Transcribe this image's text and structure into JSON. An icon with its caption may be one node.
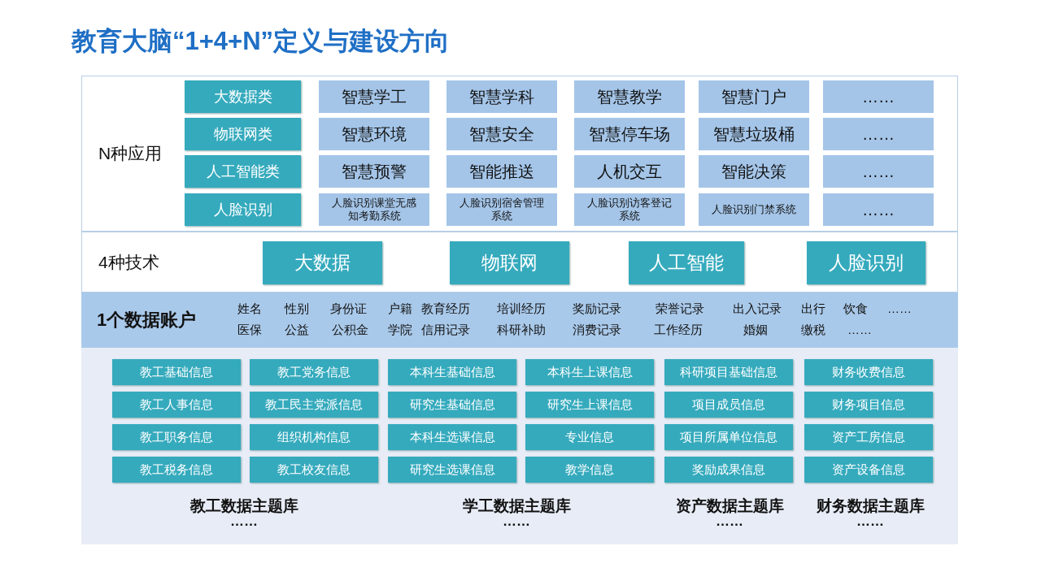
{
  "diagram": {
    "title": "教育大脑“1+4+N”定义与建设方向",
    "nodes": [
      {
        "text": [
          "N种应用"
        ]
      },
      {
        "text": [
          "大数据类"
        ],
        "in": 0
      },
      {
        "text": [
          "智慧学工"
        ],
        "in": 0
      },
      {
        "text": [
          "智慧学科"
        ],
        "in": 0
      },
      {
        "text": [
          "智慧教学"
        ],
        "in": 0
      },
      {
        "text": [
          "智慧门户"
        ],
        "in": 0
      },
      {
        "text": [
          "……"
        ],
        "in": 0
      },
      {
        "text": [
          "物联网类"
        ],
        "in": 0
      },
      {
        "text": [
          "智慧环境"
        ],
        "in": 0
      },
      {
        "text": [
          "智慧安全"
        ],
        "in": 0
      },
      {
        "text": [
          "智慧停车场"
        ],
        "in": 0
      },
      {
        "text": [
          "智慧垃圾桶"
        ],
        "in": 0
      },
      {
        "text": [
          "……"
        ],
        "in": 0
      },
      {
        "text": [
          "人工智能类"
        ],
        "in": 0
      },
      {
        "text": [
          "智慧预警"
        ],
        "in": 0
      },
      {
        "text": [
          "智能推送"
        ],
        "in": 0
      },
      {
        "text": [
          "人机交互"
        ],
        "in": 0
      },
      {
        "text": [
          "智能决策"
        ],
        "in": 0
      },
      {
        "text": [
          "……"
        ],
        "in": 0
      },
      {
        "text": [
          "人脸识别"
        ],
        "in": 0
      },
      {
        "text": [
          "人脸识别课堂无感知考勤系统"
        ],
        "in": 0
      },
      {
        "text": [
          "人脸识别宿舍管理系统"
        ],
        "in": 0
      },
      {
        "text": [
          "人脸识别访客登记系统"
        ],
        "in": 0
      },
      {
        "text": [
          "人脸识别门禁系统"
        ],
        "in": 0
      },
      {
        "text": [
          "……"
        ],
        "in": 0
      },
      {
        "text": [
          "4种技术"
        ]
      },
      {
        "text": [
          "大数据"
        ],
        "in": 25
      },
      {
        "text": [
          "物联网"
        ],
        "in": 25
      },
      {
        "text": [
          "人工智能"
        ],
        "in": 25
      },
      {
        "text": [
          "人脸识别"
        ],
        "in": 25
      },
      {
        "text": [
          "1个数据账户"
        ]
      },
      {
        "text": [],
        "shape": "box"
      },
      {
        "text": [
          "教工基础信息"
        ],
        "in": 31
      },
      {
        "text": [
          "教工党务信息"
        ],
        "in": 31
      },
      {
        "text": [
          "本科生基础信息"
        ],
        "in": 31
      },
      {
        "text": [
          "本科生上课信息"
        ],
        "in": 31
      },
      {
        "text": [
          "科研项目基础信息"
        ],
        "in": 31
      },
      {
        "text": [
          "财务收费信息"
        ],
        "in": 31
      },
      {
        "text": [
          "教工人事信息"
        ],
        "in": 31
      },
      {
        "text": [
          "教工民主党派信息"
        ],
        "in": 31
      },
      {
        "text": [
          "研究生基础信息"
        ],
        "in": 31
      },
      {
        "text": [
          "研究生上课信息"
        ],
        "in": 31
      },
      {
        "text": [
          "项目成员信息"
        ],
        "in": 31
      },
      {
        "text": [
          "财务项目信息"
        ],
        "in": 31
      },
      {
        "text": [
          "教工职务信息"
        ],
        "in": 31
      },
      {
        "text": [
          "组织机构信息"
        ],
        "in": 31
      },
      {
        "text": [
          "本科生选课信息"
        ],
        "in": 31
      },
      {
        "text": [
          "专业信息"
        ],
        "in": 31
      },
      {
        "text": [
          "项目所属单位信息"
        ],
        "in": 31
      },
      {
        "text": [
          "资产工房信息"
        ],
        "in": 31
      },
      {
        "text": [
          "教工税务信息"
        ],
        "in": 31
      },
      {
        "text": [
          "教工校友信息"
        ],
        "in": 31
      },
      {
        "text": [
          "研究生选课信息"
        ],
        "in": 31
      },
      {
        "text": [
          "教学信息"
        ],
        "in": 31
      },
      {
        "text": [
          "奖励成果信息"
        ],
        "in": 31
      },
      {
        "text": [
          "资产设备信息"
        ],
        "in": 31
      }
    ],
    "labels": [
      "姓名",
      "性别",
      "身份证",
      "户籍",
      "教育经历",
      "培训经历",
      "奖励记录",
      "荣誉记录",
      "出入记录",
      "出行",
      "饮食",
      "……",
      "医保",
      "公益",
      "公积金",
      "学院",
      "信用记录",
      "科研补助",
      "消费记录",
      "工作经历",
      "婚姻",
      "缴税",
      "……",
      "教工数据主题库",
      "学工数据主题库",
      "资产数据主题库",
      "财务数据主题库",
      "……",
      "……",
      "……",
      "……"
    ]
  }
}
